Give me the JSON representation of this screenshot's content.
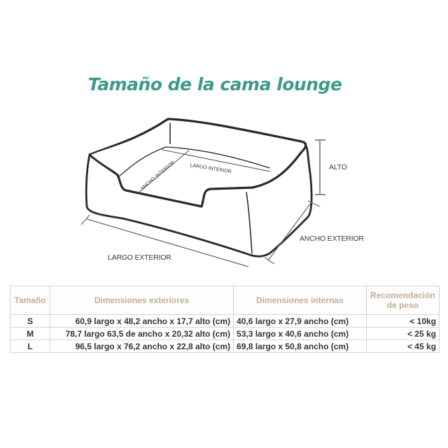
{
  "title": "Tamaño de la cama lounge",
  "diagram": {
    "labels": {
      "alto": "ALTO",
      "ancho_exterior": "ANCHO EXTERIOR",
      "largo_exterior": "LARGO EXTERIOR",
      "ancho_interior": "ANCHO INTERIOR",
      "largo_interior": "LARGO INTERIOR"
    }
  },
  "table": {
    "headers": [
      "Tamaño",
      "Dimensiones exteriores",
      "Dimensiones internas",
      "Recomendación de peso"
    ],
    "rows": [
      {
        "size": "S",
        "exterior": "60,9 largo x 48,2 ancho x 17,7 alto (cm)",
        "interior": "40,6 largo x 27,9 ancho (cm)",
        "weight": "< 10kg"
      },
      {
        "size": "M",
        "exterior": "78,7 largo 63,5 de ancho x 20,32 alto (cm)",
        "interior": "53,3 largo x 40,6 ancho (cm)",
        "weight": "<  25 kg"
      },
      {
        "size": "L",
        "exterior": "96,5 largo x 76,2 ancho x 22,8 alto (cm)",
        "interior": "69,8 largo x 50,8 ancho (cm)",
        "weight": "<  45 kg"
      }
    ]
  },
  "colors": {
    "title": "#3e9a8a",
    "header_text": "#c0ae9a",
    "border": "#d4d4d4"
  }
}
